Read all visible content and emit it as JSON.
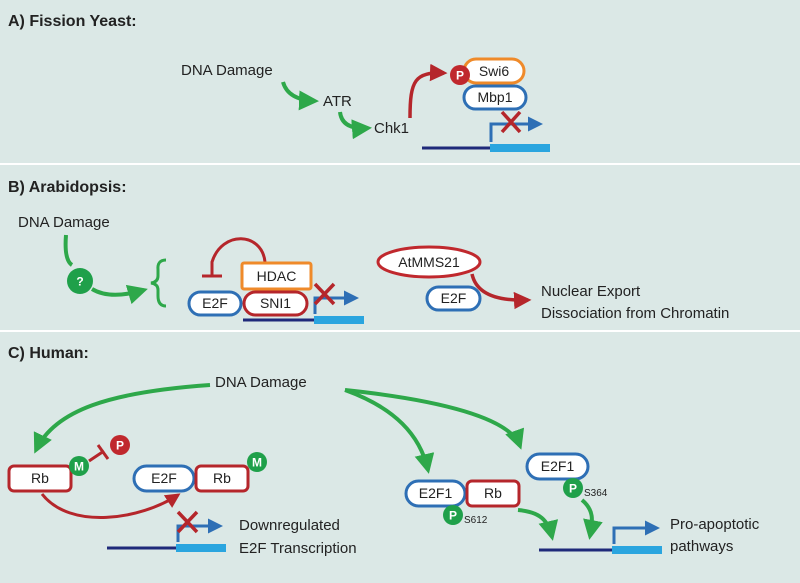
{
  "colors": {
    "panel_bg": "#dbe8e6",
    "green_arrow": "#2ea84a",
    "red_arrow": "#b5262b",
    "blue_box": "#2e6fb5",
    "red_box": "#b5262b",
    "orange_box": "#ef8a2a",
    "dna_line": "#1f2a7a",
    "gene_bar": "#2aa5df",
    "phospho_red": "#c0282d",
    "methyl_green": "#1fa04a"
  },
  "panel_a": {
    "title": "A) Fission Yeast:",
    "dna_damage": "DNA Damage",
    "atr": "ATR",
    "chk1": "Chk1",
    "p_label": "P",
    "swi6": "Swi6",
    "mbp1": "Mbp1"
  },
  "panel_b": {
    "title": "B) Arabidopsis:",
    "dna_damage": "DNA Damage",
    "question": "?",
    "hdac": "HDAC",
    "e2f_left": "E2F",
    "sni1": "SNI1",
    "atmms21": "AtMMS21",
    "e2f_right": "E2F",
    "nuclear_export": "Nuclear Export",
    "dissociation": "Dissociation from Chromatin"
  },
  "panel_c": {
    "title": "C) Human:",
    "dna_damage": "DNA Damage",
    "rb_left": "Rb",
    "m_label": "M",
    "p_label": "P",
    "e2f_mid": "E2F",
    "rb_mid": "Rb",
    "m_label_2": "M",
    "downregulated": "Downregulated",
    "e2f_transcription": "E2F Transcription",
    "e2f1_left": "E2F1",
    "rb_right": "Rb",
    "p_s612": "P",
    "s612": "S612",
    "e2f1_top": "E2F1",
    "p_s364": "P",
    "s364": "S364",
    "pro_apoptotic": "Pro-apoptotic",
    "pathways": "pathways"
  }
}
